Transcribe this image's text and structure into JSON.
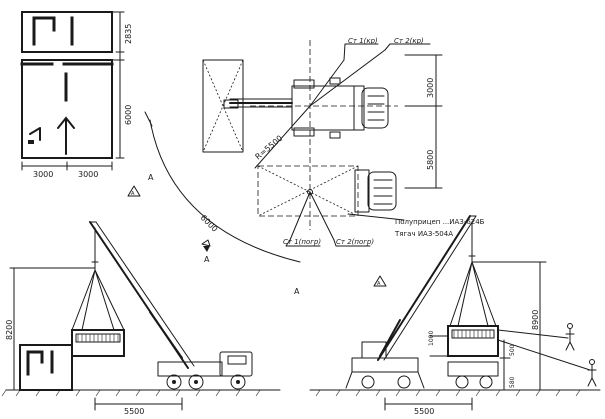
{
  "dimensions": {
    "plan_width_left": "3000",
    "plan_width_right": "3000",
    "plan_depth": "6000",
    "plan_small_depth": "2835",
    "crane_offset_top": "3000",
    "crane_offset_bottom": "5800",
    "swing_radius": "R=5500",
    "arc_radius": "6000",
    "side_reach_left": "5500",
    "side_height_left": "8200",
    "side_reach_right": "5500",
    "side_height_right": "8900",
    "lift_small_a": "1000",
    "lift_small_b": "500",
    "lift_small_c": "580"
  },
  "positions": {
    "st1_kr": "Ст 1(кр)",
    "st2_kr": "Ст 2(кр)",
    "st1_pogr": "Ст 1(погр)",
    "st2_pogr": "Ст 2(погр)"
  },
  "captions": {
    "semitrailer": "Полуприцеп ...ИАЗ-624Б",
    "tractor": "Тягач ИАЗ-504А"
  },
  "section_marks": {
    "letter_a": "А",
    "view_mark": "А"
  }
}
